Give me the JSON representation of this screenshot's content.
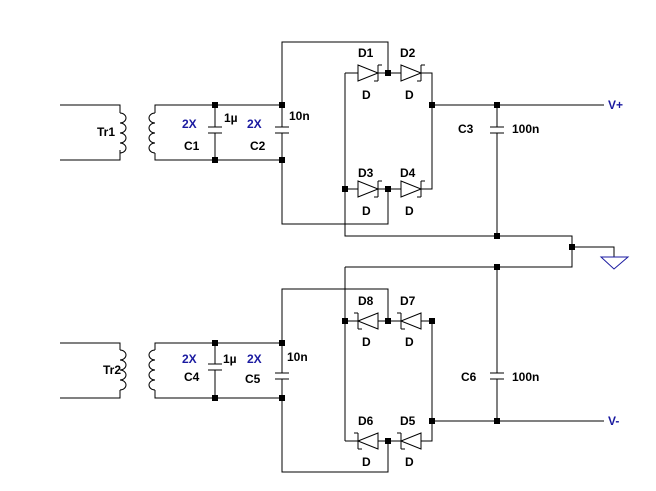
{
  "schematic": {
    "transformers": {
      "tr1": "Tr1",
      "tr2": "Tr2"
    },
    "capacitors": {
      "c1": {
        "ref": "C1",
        "value": "1µ",
        "count": "2X"
      },
      "c2": {
        "ref": "C2",
        "value": "10n",
        "count": "2X"
      },
      "c3": {
        "ref": "C3",
        "value": "100n"
      },
      "c4": {
        "ref": "C4",
        "value": "1µ",
        "count": "2X"
      },
      "c5": {
        "ref": "C5",
        "value": "10n",
        "count": "2X"
      },
      "c6": {
        "ref": "C6",
        "value": "100n"
      }
    },
    "diodes": {
      "d1": {
        "ref": "D1",
        "model": "D"
      },
      "d2": {
        "ref": "D2",
        "model": "D"
      },
      "d3": {
        "ref": "D3",
        "model": "D"
      },
      "d4": {
        "ref": "D4",
        "model": "D"
      },
      "d5": {
        "ref": "D5",
        "model": "D"
      },
      "d6": {
        "ref": "D6",
        "model": "D"
      },
      "d7": {
        "ref": "D7",
        "model": "D"
      },
      "d8": {
        "ref": "D8",
        "model": "D"
      }
    },
    "outputs": {
      "positive": "V+",
      "negative": "V-"
    },
    "colors": {
      "wire": "#000000",
      "net_label": "#1a1aa0",
      "ground": "#1a1aa0"
    }
  }
}
